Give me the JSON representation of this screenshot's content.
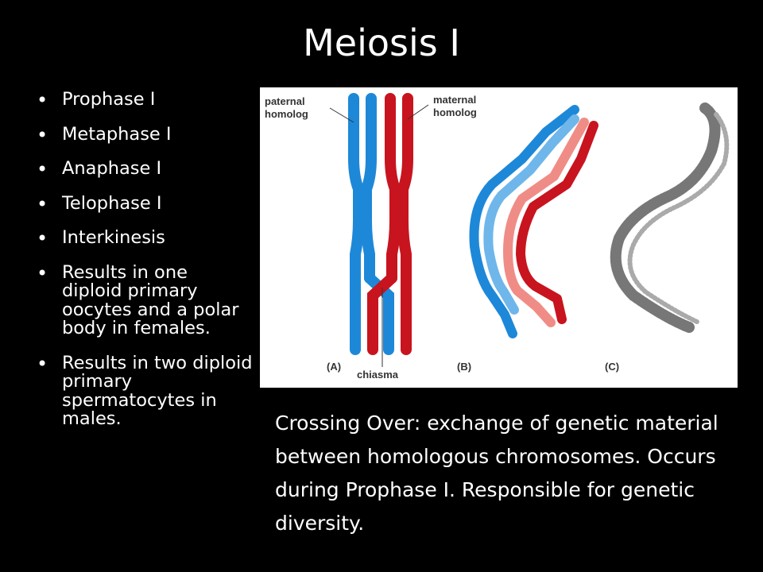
{
  "slide": {
    "title": "Meiosis I",
    "bullets": [
      "Prophase I",
      "Metaphase I",
      "Anaphase I",
      "Telophase I",
      "Interkinesis",
      "Results in one diploid primary oocytes and a polar body in females.",
      "Results in two diploid primary spermatocytes in males."
    ],
    "bullet_glyph": "•",
    "caption": "Crossing Over: exchange of genetic material between homologous chromosomes. Occurs during Prophase I. Responsible for genetic diversity."
  },
  "figure": {
    "label_paternal": "paternal",
    "label_paternal_2": "homolog",
    "label_maternal": "maternal",
    "label_maternal_2": "homolog",
    "label_chiasma": "chiasma",
    "panel_a": "(A)",
    "panel_b": "(B)",
    "panel_c": "(C)",
    "colors": {
      "paternal": "#1e88d8",
      "paternal_light": "#6fb6ea",
      "maternal": "#c8141e",
      "maternal_light": "#f08c86"
    }
  }
}
